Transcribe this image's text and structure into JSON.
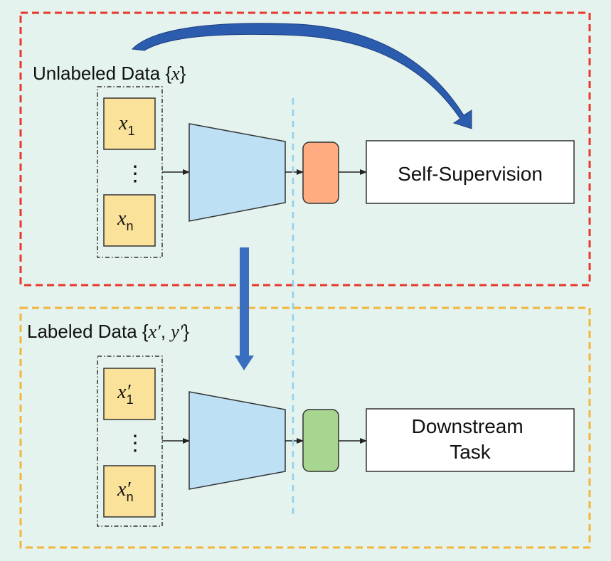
{
  "colors": {
    "background": "#e4f3ee",
    "unlabeled_border": "#e8372c",
    "labeled_border": "#f2b63a",
    "data_box_fill": "#fbe29a",
    "data_box_stroke": "#333333",
    "encoder_fill": "#bde0f5",
    "head_self_fill": "#ffad80",
    "head_downstream_fill": "#a6d68f",
    "split_line": "#8fd0ef",
    "transfer_arrow": "#3a6fc0",
    "curved_arrow": "#2c5cae"
  },
  "unlabeled": {
    "label_prefix": "Unlabeled Data {",
    "label_var": "x",
    "label_suffix": "}",
    "item_first_var": "x",
    "item_first_sub": "1",
    "item_last_var": "x",
    "item_last_sub": "n",
    "ellipsis": "⋮",
    "task_label": "Self-Supervision"
  },
  "labeled": {
    "label_prefix": "Labeled Data {",
    "label_var1": "x′",
    "label_sep": ", ",
    "label_var2": "y′",
    "label_suffix": "}",
    "item_first_var": "x′",
    "item_first_sub": "1",
    "item_last_var": "x′",
    "item_last_sub": "n",
    "ellipsis": "⋮",
    "task_label_line1": "Downstream",
    "task_label_line2": "Task"
  }
}
